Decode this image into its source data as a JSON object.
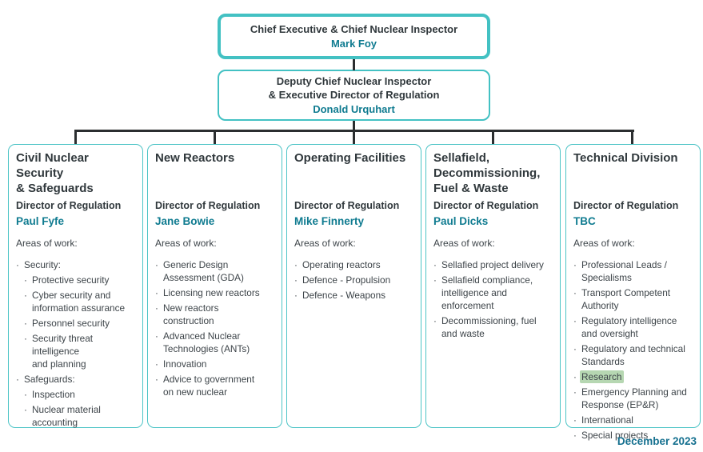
{
  "meta": {
    "date_label": "December 2023"
  },
  "colors": {
    "teal_border": "#43c1c3",
    "teal_name_text": "#0f7b90",
    "dark_heading_text": "#30383c",
    "body_text": "#3d4449",
    "connector_line": "#2b2e30",
    "research_highlight": "#b6d7b2",
    "date_text": "#15708f"
  },
  "hierarchy": {
    "ceo": {
      "title": "Chief Executive & Chief Nuclear Inspector",
      "name": "Mark Foy"
    },
    "deputy": {
      "title": "Deputy Chief Nuclear Inspector\n& Executive Director of Regulation",
      "name": "Donald Urquhart"
    }
  },
  "divisions": [
    {
      "title": "Civil Nuclear Security\n& Safeguards",
      "director_label": "Director of Regulation",
      "director_name": "Paul Fyfe",
      "areas_label": "Areas of work:",
      "areas": [
        {
          "text": "Security:",
          "level": 1
        },
        {
          "text": "Protective security",
          "level": 2
        },
        {
          "text": "Cyber security and\ninformation assurance",
          "level": 2
        },
        {
          "text": "Personnel security",
          "level": 2
        },
        {
          "text": "Security threat\nintelligence\nand planning",
          "level": 2
        },
        {
          "text": "Safeguards:",
          "level": 1
        },
        {
          "text": "Inspection",
          "level": 2
        },
        {
          "text": "Nuclear material\naccounting",
          "level": 2
        }
      ]
    },
    {
      "title": "New Reactors",
      "director_label": "Director of Regulation",
      "director_name": "Jane Bowie",
      "areas_label": "Areas of work:",
      "areas": [
        {
          "text": "Generic Design\nAssessment (GDA)",
          "level": 1
        },
        {
          "text": "Licensing new reactors",
          "level": 1
        },
        {
          "text": "New reactors\nconstruction",
          "level": 1
        },
        {
          "text": "Advanced Nuclear\nTechnologies (ANTs)",
          "level": 1
        },
        {
          "text": "Innovation",
          "level": 1
        },
        {
          "text": "Advice to government\non new nuclear",
          "level": 1
        }
      ]
    },
    {
      "title": "Operating Facilities",
      "director_label": "Director of Regulation",
      "director_name": "Mike Finnerty",
      "areas_label": "Areas of work:",
      "areas": [
        {
          "text": "Operating reactors",
          "level": 1
        },
        {
          "text": "Defence - Propulsion",
          "level": 1
        },
        {
          "text": "Defence - Weapons",
          "level": 1
        }
      ]
    },
    {
      "title": "Sellafield,\nDecommissioning,\nFuel & Waste",
      "director_label": "Director of Regulation",
      "director_name": "Paul Dicks",
      "areas_label": "Areas of work:",
      "areas": [
        {
          "text": "Sellafied project delivery",
          "level": 1
        },
        {
          "text": "Sellafield compliance,\nintelligence and\nenforcement",
          "level": 1
        },
        {
          "text": "Decommissioning, fuel\nand waste",
          "level": 1
        }
      ]
    },
    {
      "title": "Technical Division",
      "director_label": "Director of Regulation",
      "director_name": "TBC",
      "areas_label": "Areas of work:",
      "areas": [
        {
          "text": "Professional Leads /\nSpecialisms",
          "level": 1
        },
        {
          "text": "Transport Competent\nAuthority",
          "level": 1
        },
        {
          "text": "Regulatory intelligence\nand oversight",
          "level": 1
        },
        {
          "text": "Regulatory and technical\nStandards",
          "level": 1
        },
        {
          "text": "Research",
          "level": 1,
          "highlight": true
        },
        {
          "text": "Emergency Planning and\nResponse (EP&R)",
          "level": 1
        },
        {
          "text": "International",
          "level": 1
        },
        {
          "text": "Special projects",
          "level": 1
        }
      ]
    }
  ]
}
